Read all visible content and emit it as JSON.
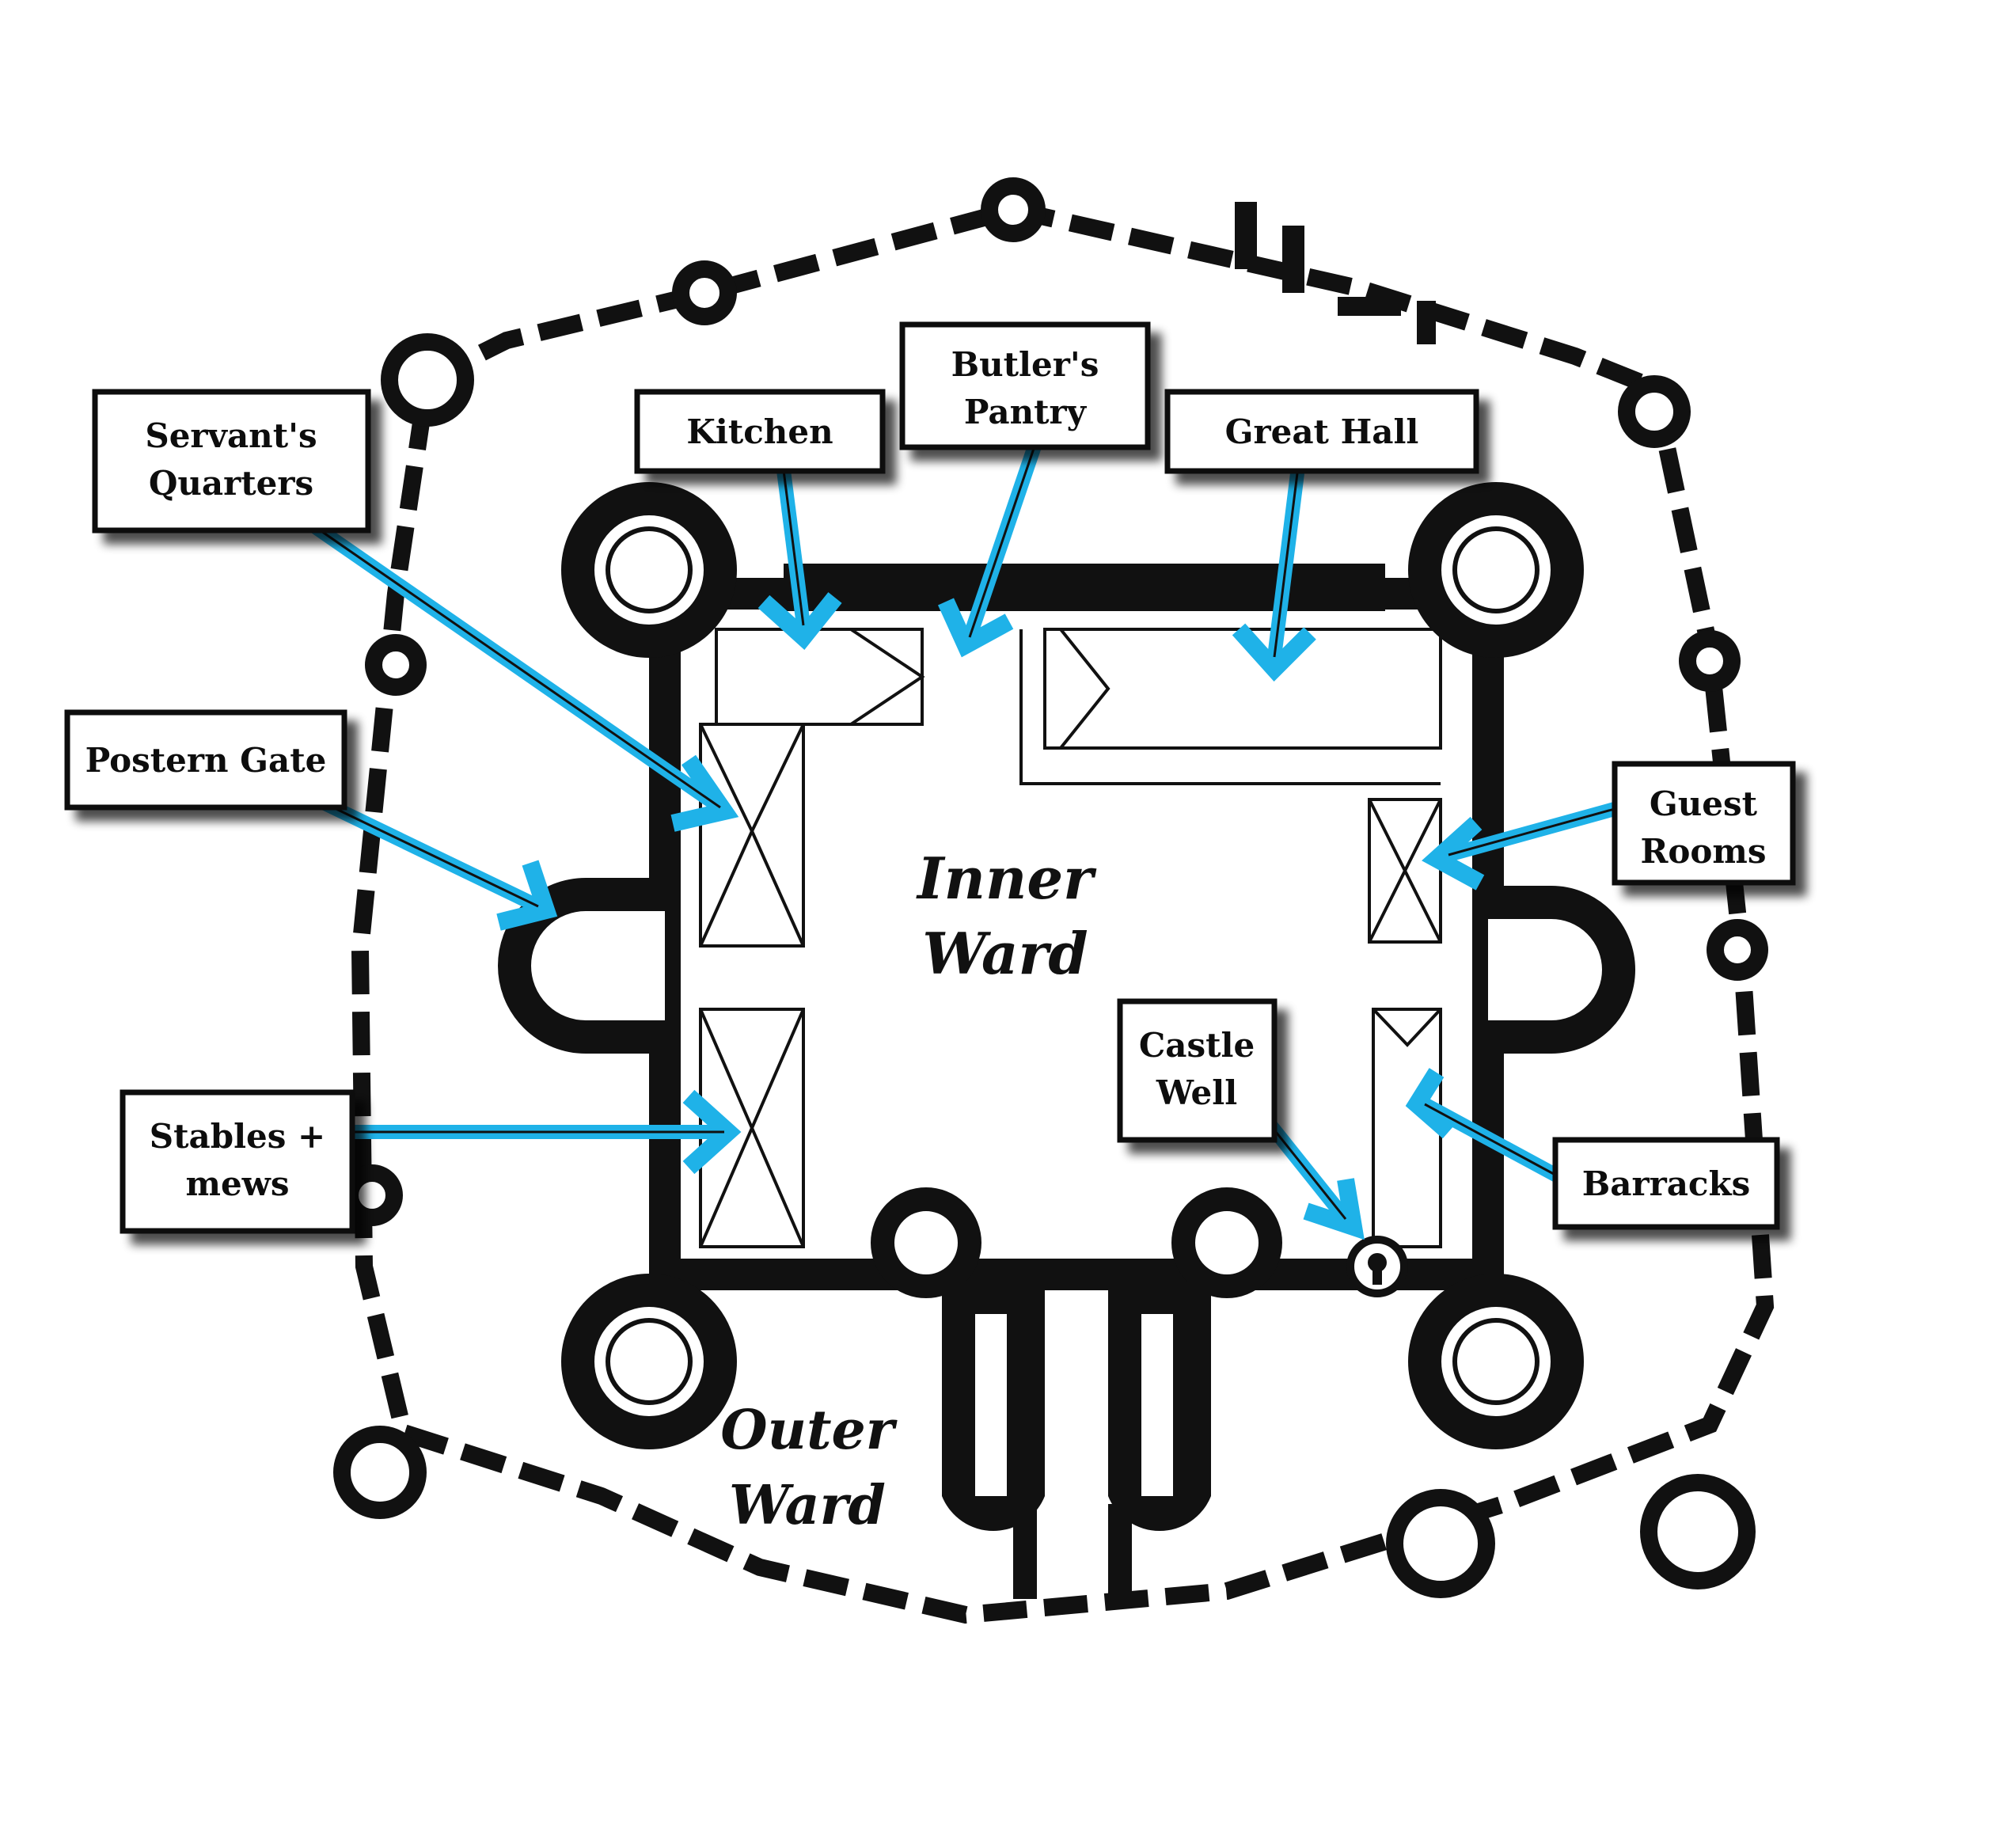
{
  "labels": {
    "servants_quarters": [
      "Servant's",
      "Quarters"
    ],
    "kitchen": [
      "Kitchen"
    ],
    "butlers_pantry": [
      "Butler's",
      "Pantry"
    ],
    "great_hall": [
      "Great Hall"
    ],
    "postern_gate": [
      "Postern Gate"
    ],
    "guest_rooms": [
      "Guest",
      "Rooms"
    ],
    "castle_well": [
      "Castle",
      "Well"
    ],
    "stables_mews": [
      "Stables +",
      "mews"
    ],
    "barracks": [
      "Barracks"
    ]
  },
  "wards": {
    "inner": [
      "Inner",
      "Ward"
    ],
    "outer": [
      "Outer",
      "Ward"
    ]
  },
  "colors": {
    "arrow": "#1fb2e8",
    "wall": "#111111",
    "label_shadow": "#555555"
  }
}
